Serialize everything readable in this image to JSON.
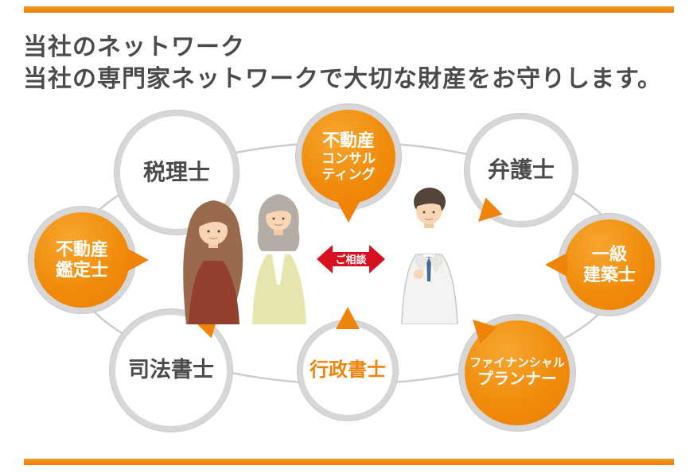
{
  "page": {
    "title_line1": "当社のネットワーク",
    "title_line2": "当社の専門家ネットワークで大切な財産をお守りします。"
  },
  "colors": {
    "accent_orange": "#f0830a",
    "bubble_ring_gray": "#d7d7d7",
    "ellipse_gray": "#cbcbcb",
    "title_gray": "#4b4b4d",
    "arrow_red": "#d9101f"
  },
  "diagram": {
    "center": {
      "arrow_label": "ご相談"
    },
    "nodes": [
      {
        "name": "tax-accountant",
        "variant": "white",
        "lines": [
          "税理士"
        ]
      },
      {
        "name": "real-estate-consulting",
        "variant": "orange",
        "lines": [
          "不動産",
          "コンサル",
          "ティング"
        ]
      },
      {
        "name": "lawyer",
        "variant": "white",
        "lines": [
          "弁護士"
        ]
      },
      {
        "name": "real-estate-appraiser",
        "variant": "orange",
        "lines": [
          "不動産",
          "鑑定士"
        ]
      },
      {
        "name": "first-class-architect",
        "variant": "orange",
        "lines": [
          "一級",
          "建築士"
        ]
      },
      {
        "name": "judicial-scrivener",
        "variant": "white",
        "lines": [
          "司法書士"
        ]
      },
      {
        "name": "administrative-scrivener",
        "variant": "white-orange-text",
        "lines": [
          "行政書士"
        ]
      },
      {
        "name": "financial-planner",
        "variant": "orange",
        "lines": [
          "ファイナンシャル",
          "プランナー"
        ]
      }
    ]
  }
}
